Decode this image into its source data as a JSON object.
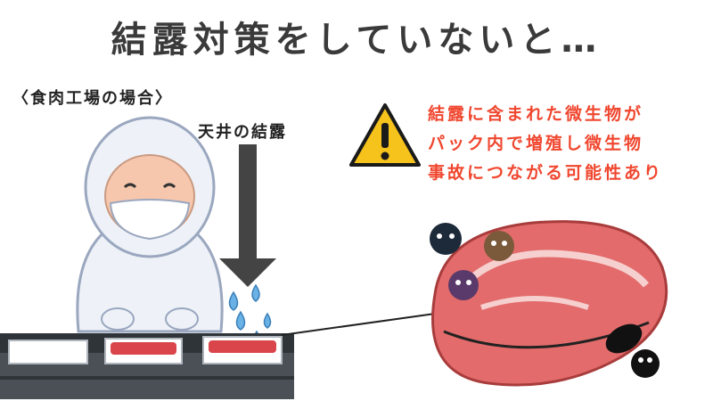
{
  "headline": "結露対策をしていないと…",
  "subtitle": "〈食肉工場の場合〉",
  "ceiling_label": "天井の結露",
  "warning": {
    "lines": [
      "結露に含まれた微生物が",
      "パック内で増殖し微生物",
      "事故につながる可能性あり"
    ]
  },
  "colors": {
    "headline": "#3a3a3a",
    "warning_text": "#f0472f",
    "warning_triangle": "#f6c21c",
    "arrow": "#444444",
    "meat": "#e36b6b",
    "water": "#6ab2e6"
  },
  "icons": [
    "warning-icon",
    "down-arrow-icon",
    "water-drop-icon",
    "germ-icon",
    "meat-illustration",
    "worker-illustration",
    "conveyor-illustration"
  ]
}
